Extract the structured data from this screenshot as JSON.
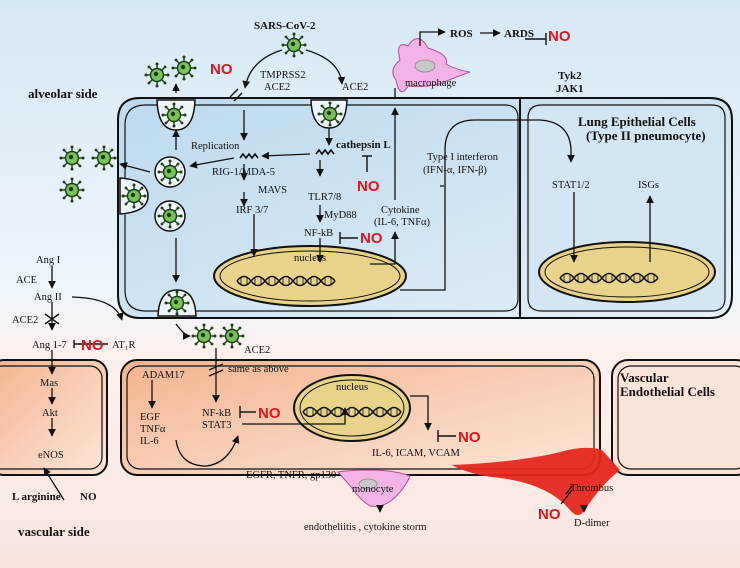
{
  "virus": {
    "name": "SARS-CoV-2"
  },
  "receptors": {
    "tmprss2": "TMPRSS2",
    "ace2_top_left": "ACE2",
    "ace2_top_right": "ACE2",
    "ace2_bottom": "ACE2"
  },
  "regions": {
    "alveolar": "alveolar side",
    "vascular": "vascular side",
    "epithelial_line1": "Lung Epithelial Cells",
    "epithelial_line2": "(Type II pneumocyte)",
    "endothelial_line1": "Vascular",
    "endothelial_line2": "Endothelial Cells"
  },
  "epithelial_pathway": {
    "replication": "Replication",
    "rig1": "RIG-1/MDA-5",
    "mavs": "MAVS",
    "irf": "IRF 3/7",
    "cathepsin": "cathepsin L",
    "tlr": "TLR7/8",
    "myd88": "MyD88",
    "nfkb": "NF-kB",
    "nucleus": "nucleus",
    "cytokine_line1": "Cytokine",
    "cytokine_line2": "(IL-6, TNFα)",
    "interferon_line1": "Type I interferon",
    "interferon_line2": "(IFN-α, IFN-β)",
    "tyk2": "Tyk2",
    "jak1": "JAK1",
    "stat": "STAT1/2",
    "isgs": "ISGs",
    "macrophage": "macrophage",
    "ros": "ROS",
    "ards": "ARDS"
  },
  "ras": {
    "ang1": "Ang I",
    "ace": "ACE",
    "ang2": "Ang II",
    "ace2": "ACE2",
    "ang17": "Ang 1-7",
    "at1r": "AT₁R",
    "mas": "Mas",
    "akt": "Akt",
    "enos": "eNOS",
    "larginine": "L arginine",
    "no_product": "NO"
  },
  "endothelial_pathway": {
    "adam17": "ADAM17",
    "egf": "EGF",
    "tnf": "TNFα",
    "il6": "IL-6",
    "same_as_above": "same as above",
    "nfkb": "NF-kB",
    "stat3": "STAT3",
    "nucleus": "nucleus",
    "adhesion": "IL-6, ICAM, VCAM",
    "receptors": "EGFR, TNFR, gp130",
    "monocyte": "monocyte",
    "outcome": "endotheliitis , cytokine storm",
    "thrombus": "Thrombus",
    "ddimer": "D-dimer"
  },
  "inhibition": {
    "label": "NO",
    "color": "#e0141e",
    "sites": [
      "tmprss2",
      "ards",
      "cathepsin-l",
      "nf-kb-epithelial",
      "at1r",
      "nf-kb-endothelial",
      "adhesion-molecules",
      "thrombus"
    ]
  },
  "colors": {
    "alveolar_bg": "#dfeef7",
    "vascular_bg": "#fbe9e4",
    "epithelial_cell": "#c9e1f1",
    "endothelial_cell": "#f6c7ac",
    "nucleus": "#e9d28a",
    "macrophage": "#f2b4e6",
    "thrombus": "#e5281e"
  }
}
